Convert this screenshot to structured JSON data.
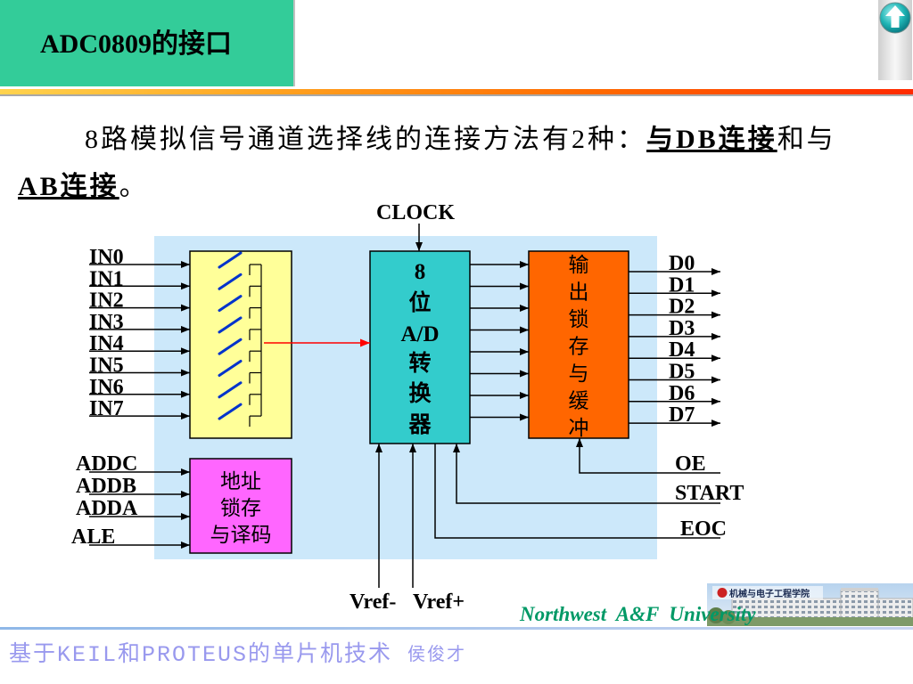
{
  "title": "ADC0809的接口",
  "icons": {
    "nav_button": "up-arrow-icon"
  },
  "body": {
    "line1_text": "8路模拟信号通道选择线的连接方法有2种：",
    "db_link": "与DB连接",
    "line1_tail": "和与",
    "ab_link": "AB连接",
    "line2_tail": "。"
  },
  "diagram": {
    "clock": "CLOCK",
    "inputs": [
      "IN0",
      "IN1",
      "IN2",
      "IN3",
      "IN4",
      "IN5",
      "IN6",
      "IN7"
    ],
    "adc_block": [
      "8",
      "位",
      "A/D",
      "转",
      "换",
      "器"
    ],
    "latch_block": [
      "输",
      "出",
      "锁",
      "存",
      "与",
      "缓",
      "冲"
    ],
    "outputs": [
      "D0",
      "D1",
      "D2",
      "D3",
      "D4",
      "D5",
      "D6",
      "D7"
    ],
    "address_inputs": [
      "ADDC",
      "ADDB",
      "ADDA",
      "ALE"
    ],
    "address_block": [
      "地址",
      "锁存",
      "与译码"
    ],
    "oe": "OE",
    "start": "START",
    "eoc": "EOC",
    "vref_minus": "Vref-",
    "vref_plus": "Vref+"
  },
  "branding": {
    "university": "Northwest  A&F  University",
    "college": "机械与电子工程学院"
  },
  "footer": {
    "course": "基于KEIL和PROTEUS的单片机技术",
    "author": "侯俊才"
  },
  "colors": {
    "title_tab": "#33CC99",
    "diagram_bg": "#CCE8FA",
    "mux_block": "#FFFF99",
    "adc_block": "#33CCCC",
    "latch_block": "#FF6600",
    "addr_block": "#FF66FF",
    "switch": "#0033CC",
    "signal_arrow": "#FF0000",
    "university_text": "#009966",
    "footer_text": "#9999EE"
  }
}
